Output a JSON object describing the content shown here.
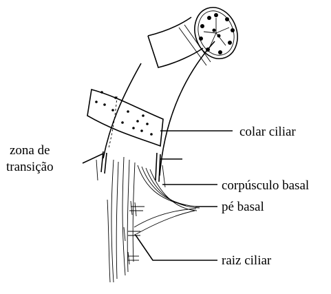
{
  "labels": {
    "colar_ciliar": "colar ciliar",
    "zona_transicao_line1": "zona de",
    "zona_transicao_line2": "transição",
    "corpusculo_basal": "corpúsculo basal",
    "pe_basal": "pé basal",
    "raiz_ciliar": "raiz ciliar"
  },
  "colors": {
    "ink": "#000000",
    "background": "#ffffff"
  }
}
